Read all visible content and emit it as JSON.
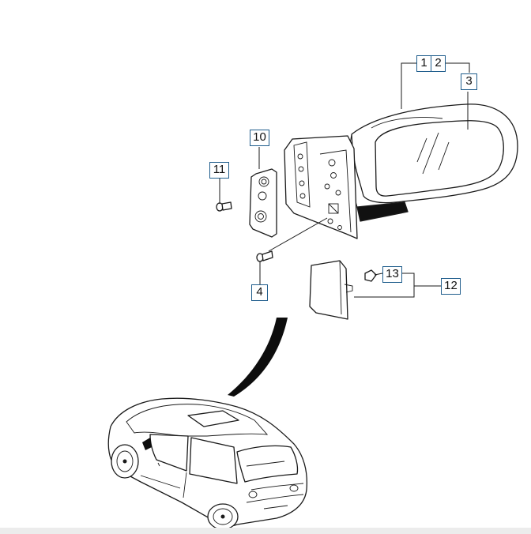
{
  "diagram": {
    "callouts": [
      {
        "id": "c1",
        "label": "1"
      },
      {
        "id": "c2",
        "label": "2"
      },
      {
        "id": "c3",
        "label": "3"
      },
      {
        "id": "c4",
        "label": "4"
      },
      {
        "id": "c10",
        "label": "10"
      },
      {
        "id": "c11",
        "label": "11"
      },
      {
        "id": "c12",
        "label": "12"
      },
      {
        "id": "c13",
        "label": "13"
      }
    ]
  }
}
